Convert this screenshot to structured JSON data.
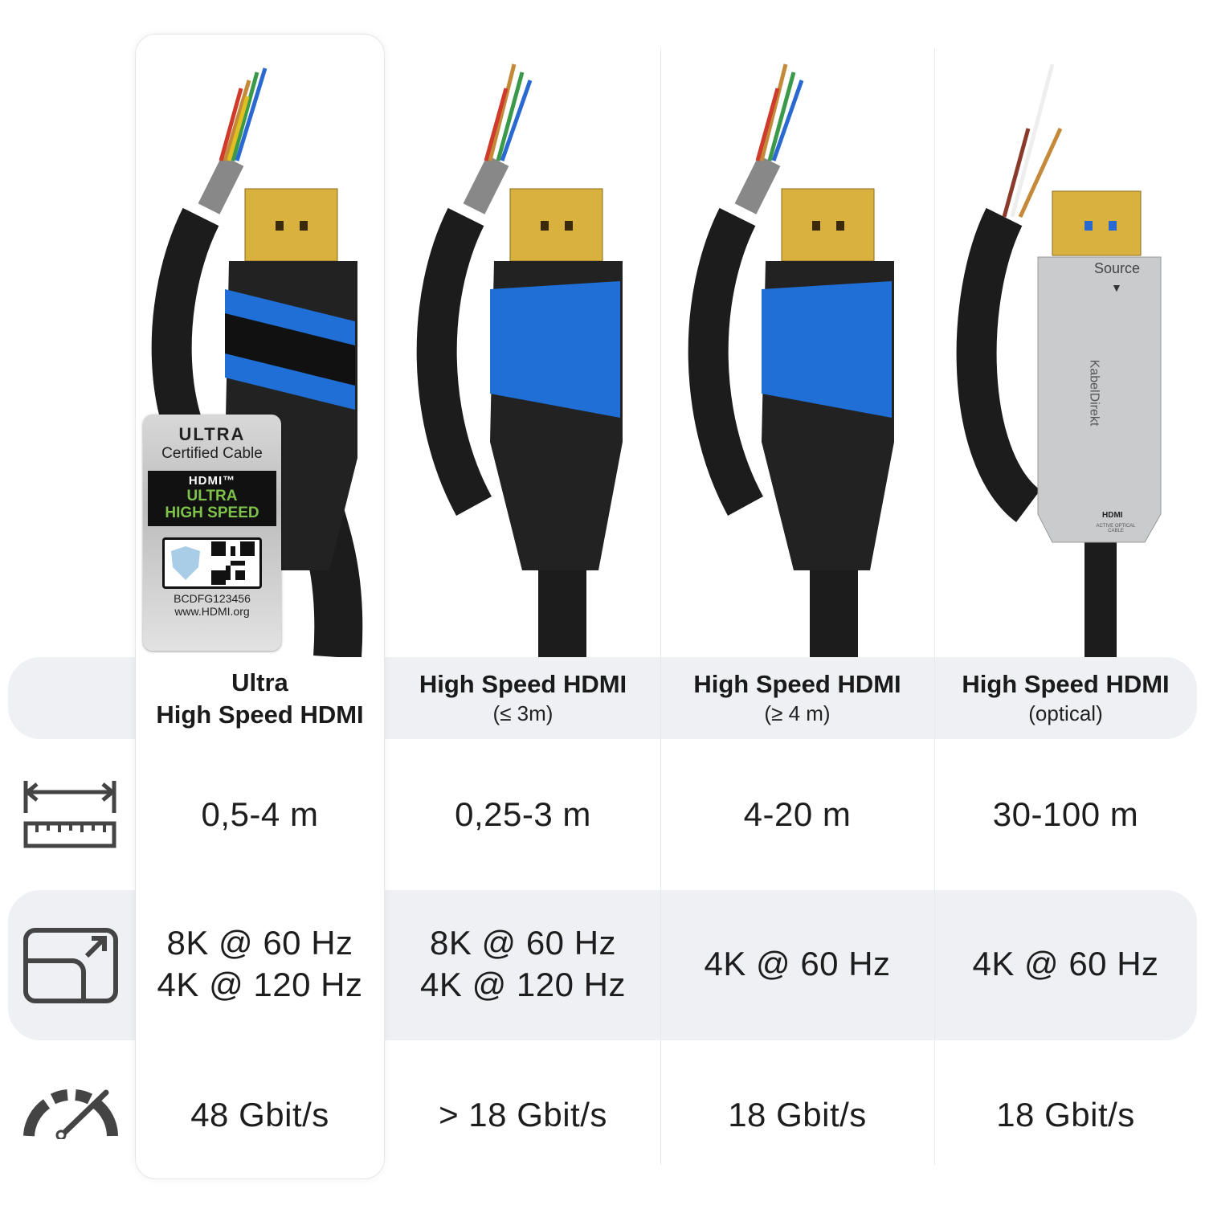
{
  "badge": {
    "line1": "ULTRA",
    "line2": "Certified Cable",
    "hdmi": "HDMI™",
    "speed1": "ULTRA",
    "speed2": "HIGH SPEED",
    "serial": "BCDFG123456",
    "url": "www.HDMI.org"
  },
  "optical_label": {
    "source": "Source",
    "brand": "KabelDirekt",
    "hdmi": "HDMI",
    "type": "ACTIVE OPTICAL CABLE"
  },
  "icons": [
    "ruler-length-icon",
    "resolution-scale-icon",
    "speedometer-icon"
  ],
  "colors": {
    "accent_blue": "#1f6fd6",
    "gold": "#c9a23a",
    "cable": "#1c1c1c",
    "band": "#eef0f3"
  },
  "columns": [
    {
      "title": "Ultra High Speed HDMI",
      "title1": "Ultra",
      "title2": "High Speed HDMI",
      "sub": "",
      "length": "0,5-4 m",
      "res1": "8K @ 60 Hz",
      "res2": "4K @ 120 Hz",
      "speed": "48 Gbit/s"
    },
    {
      "title": "High Speed HDMI",
      "sub": "(≤ 3m)",
      "length": "0,25-3 m",
      "res1": "8K @ 60 Hz",
      "res2": "4K @ 120 Hz",
      "speed": "> 18 Gbit/s"
    },
    {
      "title": "High Speed HDMI",
      "sub": "(≥ 4 m)",
      "length": "4-20 m",
      "res1": "4K @ 60 Hz",
      "res2": "",
      "speed": "18 Gbit/s"
    },
    {
      "title": "High Speed HDMI",
      "sub": "(optical)",
      "length": "30-100 m",
      "res1": "4K @ 60 Hz",
      "res2": "",
      "speed": "18 Gbit/s"
    }
  ]
}
